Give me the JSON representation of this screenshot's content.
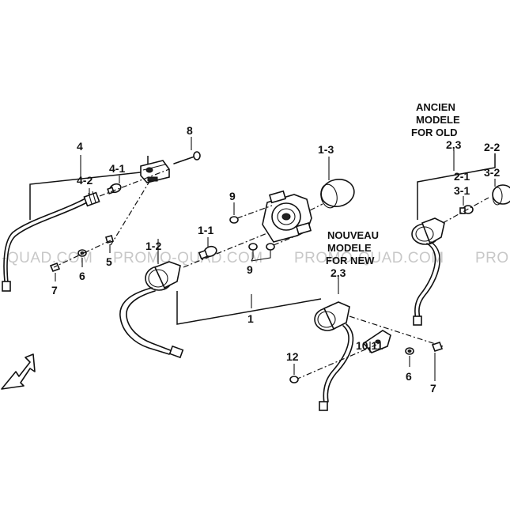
{
  "watermark": {
    "segments": [
      "-QUAD.COM",
      "PROMO-QUAD.COM",
      "PROMO-QUAD.COM",
      "PRO"
    ]
  },
  "callouts": {
    "c4": "4",
    "c4_2": "4-2",
    "c4_1": "4-1",
    "c8": "8",
    "c9_top": "9",
    "c1_3": "1-3",
    "c1_1": "1-1",
    "c1_2": "1-2",
    "c9_bottom": "9",
    "c1": "1",
    "c5": "5",
    "c6_left": "6",
    "c7_left": "7",
    "c2_3_old": "2,3",
    "c2_2": "2-2",
    "c3_2": "3-2",
    "c2_1": "2-1",
    "c3_1": "3-1",
    "c2_3_new": "2,3",
    "c10_11": "10,11",
    "c12": "12",
    "c6_right": "6",
    "c7_right": "7"
  },
  "notes": {
    "old_line1": "ANCIEN",
    "old_line2": "MODELE",
    "old_line3": "FOR OLD",
    "new_line1": "NOUVEAU",
    "new_line2": "MODELE",
    "new_line3": "FOR NEW"
  }
}
